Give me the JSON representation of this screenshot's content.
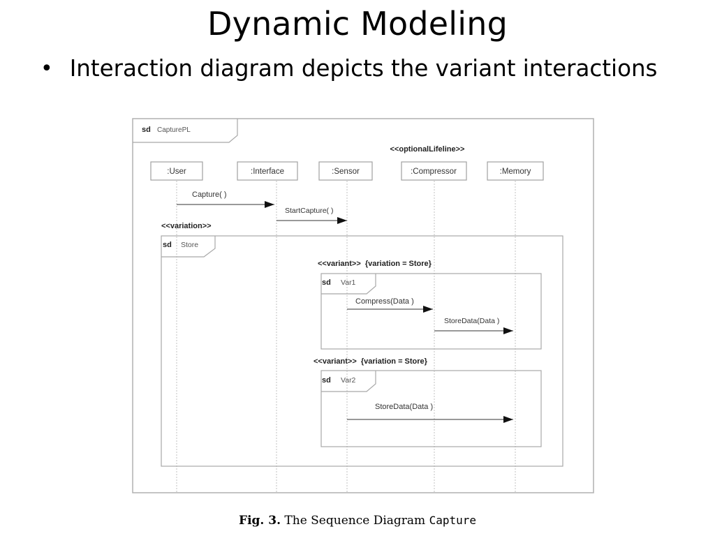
{
  "slide": {
    "title": "Dynamic Modeling",
    "bullet": "Interaction diagram depicts the variant interactions"
  },
  "diagram": {
    "frame": {
      "keyword": "sd",
      "name": "CapturePL"
    },
    "optional_stereotype": "<<optionalLifeline>>",
    "lifelines": [
      ":User",
      ":Interface",
      ":Sensor",
      ":Compressor",
      ":Memory"
    ],
    "messages": {
      "capture": "Capture( )",
      "start_capture": "StartCapture( )"
    },
    "variation_label": "<<variation>>",
    "store_frame": {
      "keyword": "sd",
      "name": "Store"
    },
    "variant1": {
      "label": "<<variant>>  {variation = Store}",
      "keyword": "sd",
      "name": "Var1",
      "msg_compress": "Compress(Data )",
      "msg_store": "StoreData(Data )"
    },
    "variant2": {
      "label": "<<variant>>  {variation = Store}",
      "keyword": "sd",
      "name": "Var2",
      "msg_store": "StoreData(Data )"
    }
  },
  "caption": {
    "prefix": "Fig. 3.",
    "text": " The Sequence Diagram ",
    "code": "Capture"
  }
}
